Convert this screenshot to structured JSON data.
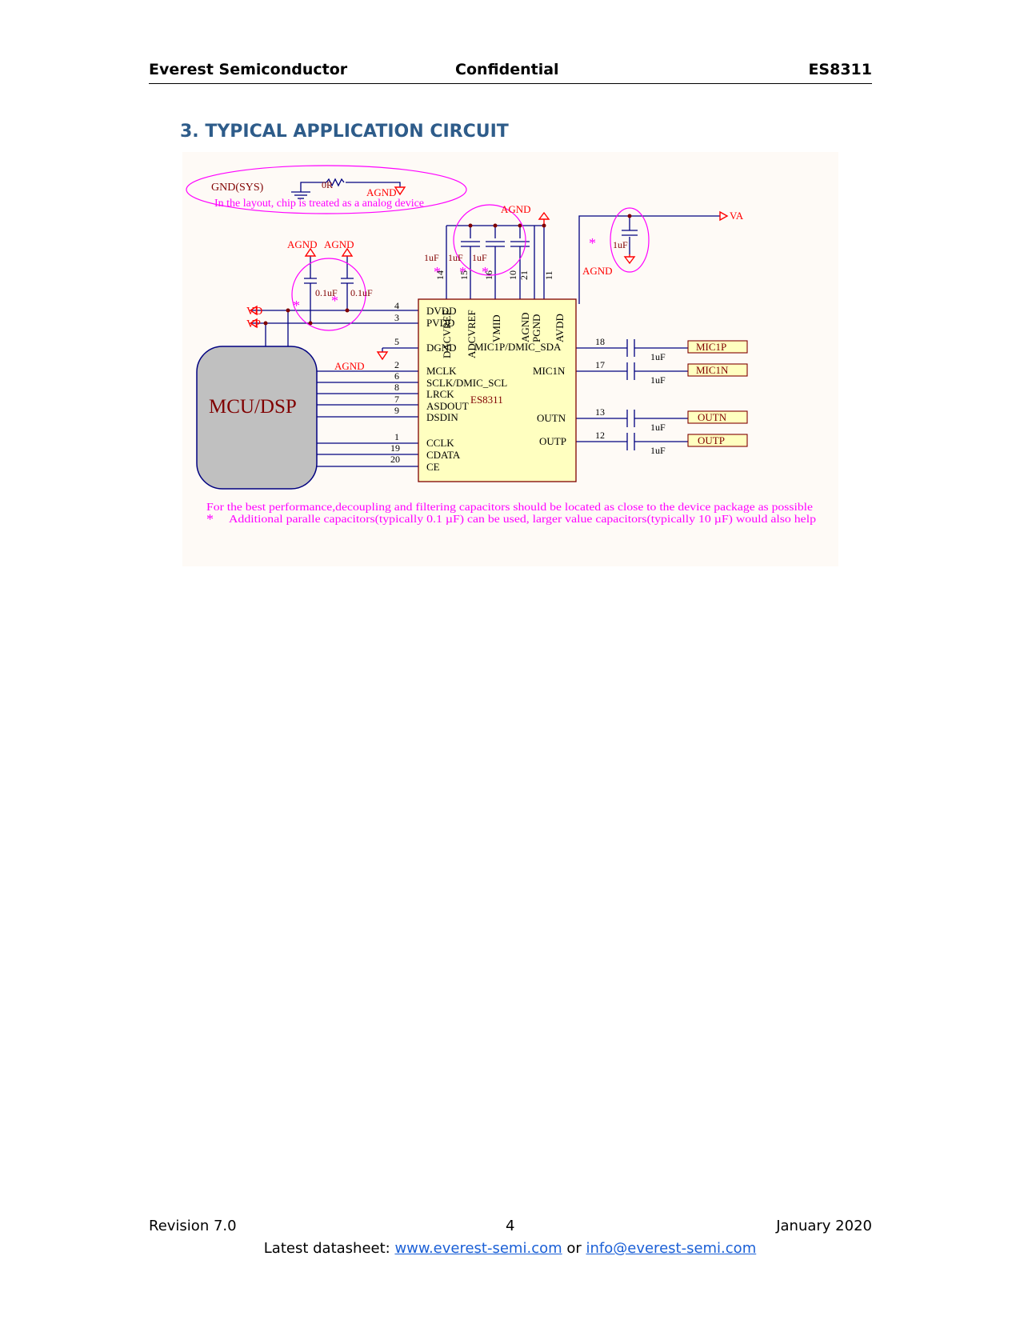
{
  "header": {
    "company": "Everest Semiconductor",
    "classification": "Confidential",
    "part": "ES8311"
  },
  "section_title": "3.  TYPICAL APPLICATION CIRCUIT",
  "schematic": {
    "gnd_sys": "GND(SYS)",
    "resistor": "0R",
    "agnd": "AGND",
    "layout_note": "In the layout,  chip is treated  as  a analog device",
    "va": "VA",
    "vd": "VD",
    "vp": "VP",
    "cap_1uf_a": "1uF",
    "cap_1uf_b": "1uF",
    "cap_1uf_c": "1uF",
    "cap_1uf_va": "1uF",
    "cap_01uf_a": "0.1uF",
    "cap_01uf_b": "0.1uF",
    "mcu": "MCU/DSP",
    "chip": "ES8311",
    "pins_left": [
      {
        "name": "DVDD",
        "num": "4"
      },
      {
        "name": "PVDD",
        "num": "3"
      },
      {
        "name": "DGND",
        "num": "5"
      },
      {
        "name": "MCLK",
        "num": "2"
      },
      {
        "name": "SCLK/DMIC_SCL",
        "num": "6"
      },
      {
        "name": "LRCK",
        "num": "8"
      },
      {
        "name": "ASDOUT",
        "num": "7"
      },
      {
        "name": "DSDIN",
        "num": "9"
      },
      {
        "name": "CCLK",
        "num": "1"
      },
      {
        "name": "CDATA",
        "num": "19"
      },
      {
        "name": "CE",
        "num": "20"
      }
    ],
    "pins_top": [
      {
        "name": "DACVREF",
        "num": "14"
      },
      {
        "name": "ADCVREF",
        "num": "15"
      },
      {
        "name": "VMID",
        "num": "16"
      },
      {
        "name": "AGND",
        "num": "10"
      },
      {
        "name": "PGND",
        "num": "21"
      },
      {
        "name": "AVDD",
        "num": "11"
      }
    ],
    "pins_right": [
      {
        "name": "MIC1P/DMIC_SDA",
        "num": "18",
        "net": "MIC1P",
        "cap": "1uF"
      },
      {
        "name": "MIC1N",
        "num": "17",
        "net": "MIC1N",
        "cap": "1uF"
      },
      {
        "name": "OUTN",
        "num": "13",
        "net": "OUTN",
        "cap": "1uF"
      },
      {
        "name": "OUTP",
        "num": "12",
        "net": "OUTP",
        "cap": "1uF"
      }
    ],
    "note_line1": "For the best  performance,decoupling and  filtering capacitors should be located as close to the device package as possible",
    "note_line2": "Additional paralle capacitors(typically 0.1 µF) can be used,  larger value capacitors(typically 10 µF) would also help",
    "asterisk": "*",
    "colors": {
      "wire": "#000080",
      "chip_fill": "#ffffc0",
      "chip_border": "#800000",
      "mcu_fill": "#c0c0c0",
      "note": "#ff00ff",
      "agnd": "#ff0000",
      "label_text": "#800000"
    }
  },
  "footer": {
    "revision": "Revision 7.0",
    "page": "4",
    "date": "January 2020",
    "line2_prefix": "Latest datasheet: ",
    "website": "www.everest-semi.com",
    "conj": " or ",
    "email": "info@everest-semi.com"
  }
}
